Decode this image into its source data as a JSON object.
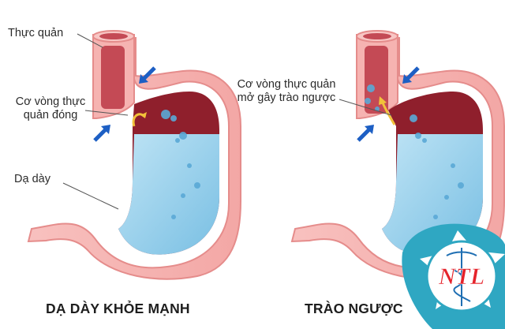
{
  "left_panel": {
    "caption": "DẠ DÀY KHỎE MẠNH",
    "labels": {
      "esophagus": "Thực quản",
      "sphincter_line1": "Cơ vòng thực",
      "sphincter_line2": "quản đóng",
      "stomach": "Dạ dày"
    }
  },
  "right_panel": {
    "caption": "TRÀO NGƯỢC",
    "labels": {
      "sphincter_line1": "Cơ vòng thực quản",
      "sphincter_line2": "mở gây trào ngược"
    }
  },
  "logo": {
    "text": "NTL",
    "colors": {
      "teal": "#2fa7c2",
      "red": "#e5232b",
      "blue": "#1f6fb3"
    }
  },
  "colors": {
    "stomach_wall": "#f6b3b1",
    "stomach_outline": "#e58c8b",
    "stomach_inner": "#8f1f2c",
    "fluid": "#9fd3ec",
    "fluid_dark": "#6db8de",
    "arrow": "#1d5fc4",
    "reflux_arrow": "#f2c23a"
  }
}
